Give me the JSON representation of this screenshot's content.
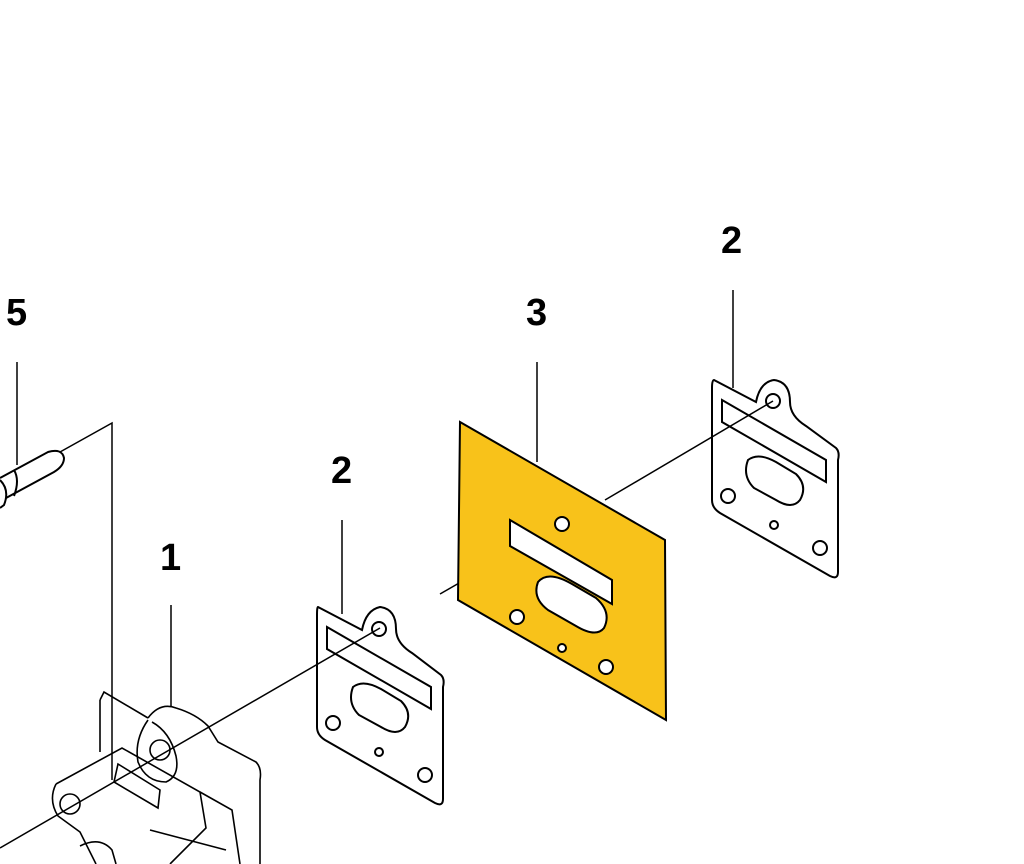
{
  "callouts": {
    "part_5": "5",
    "part_3": "3",
    "part_2_right": "2",
    "part_2_left": "2",
    "part_1": "1"
  },
  "colors": {
    "gasket_fill": "#F8C21A",
    "line": "#000000"
  }
}
